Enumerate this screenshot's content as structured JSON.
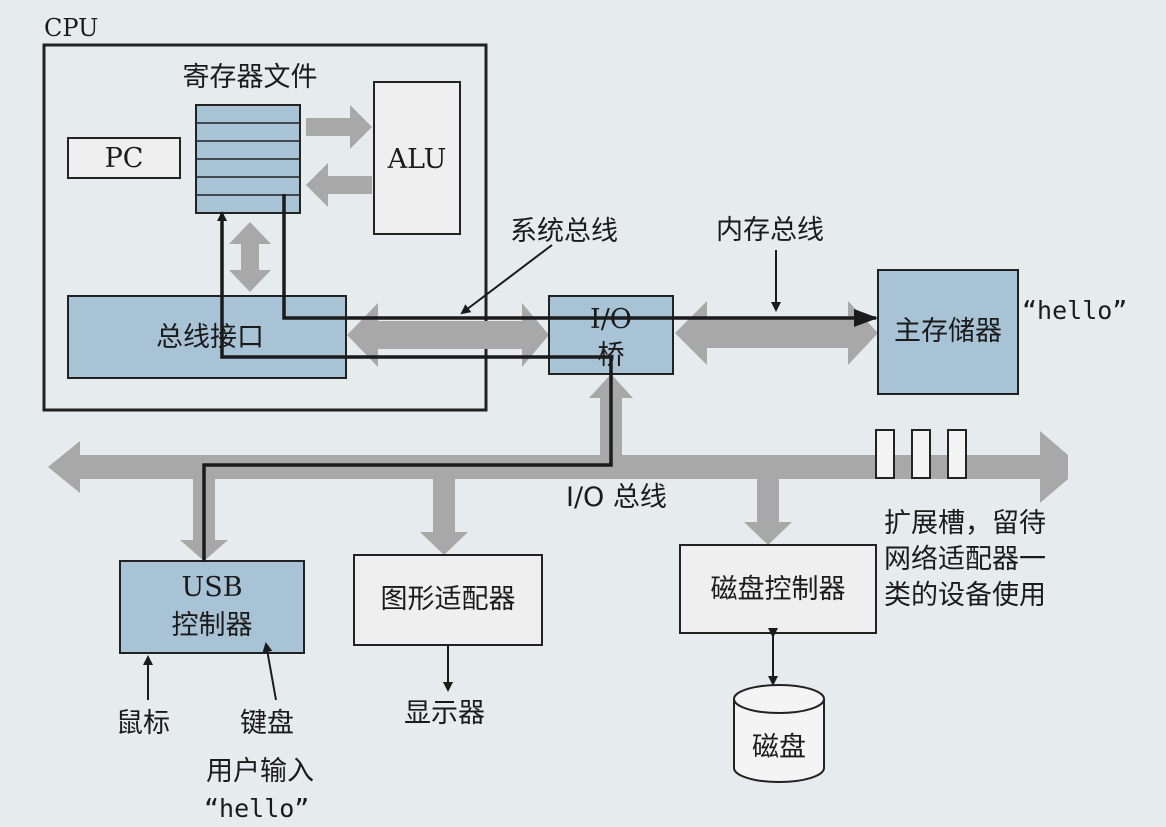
{
  "cpu": {
    "title": "CPU",
    "register_file": "寄存器文件",
    "pc": "PC",
    "alu": "ALU",
    "bus_interface": "总线接口"
  },
  "buses": {
    "system_bus": "系统总线",
    "memory_bus": "内存总线",
    "io_bus": "I/O 总线"
  },
  "io_bridge": {
    "line1": "I/O",
    "line2": "桥"
  },
  "main_memory": {
    "label": "主存储器",
    "content": "“hello”"
  },
  "usb_controller": {
    "line1": "USB",
    "line2": "控制器"
  },
  "graphics_adapter": "图形适配器",
  "disk_controller": "磁盘控制器",
  "disk": "磁盘",
  "display": "显示器",
  "mouse": "鼠标",
  "keyboard": "键盘",
  "user_input": {
    "line1": "用户输入",
    "line2": "“hello”"
  },
  "expansion_slots": {
    "line1": "扩展槽，留待",
    "line2": "网络适配器一",
    "line3": "类的设备使用"
  },
  "colors": {
    "component_fill": "#a9c3d6",
    "bus_gray": "#a8a8a8",
    "paper": "#e6ebee"
  }
}
